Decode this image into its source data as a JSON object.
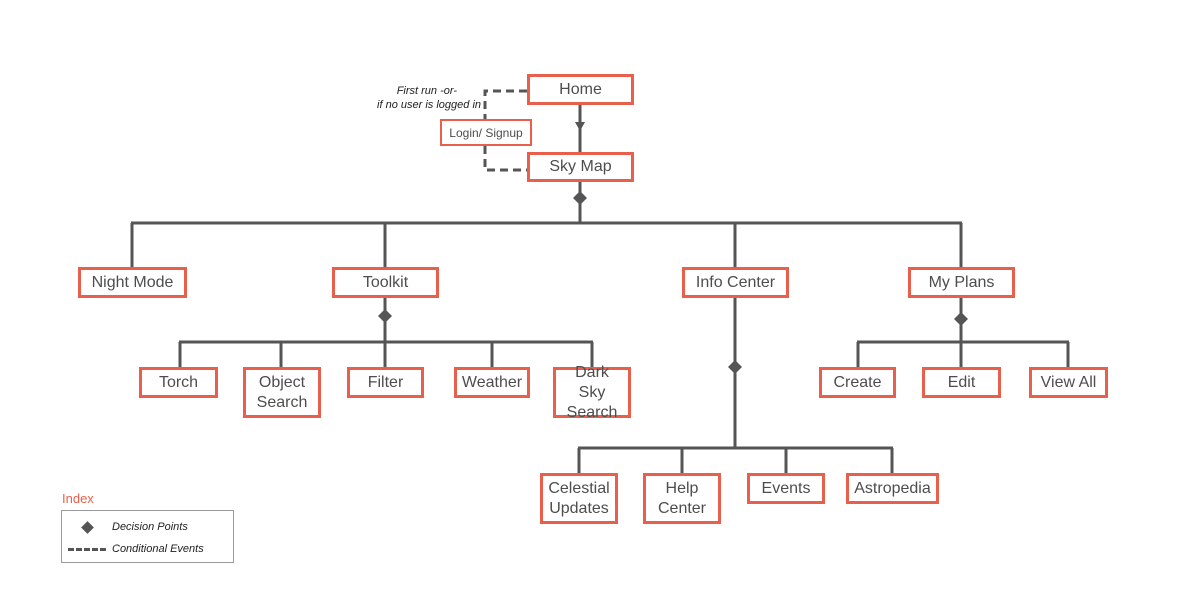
{
  "nodes": {
    "home": "Home",
    "login_signup": "Login/ Signup",
    "sky_map": "Sky Map",
    "night_mode": "Night Mode",
    "toolkit": "Toolkit",
    "info_center": "Info Center",
    "my_plans": "My Plans",
    "torch": "Torch",
    "object_search": [
      "Object",
      "Search"
    ],
    "filter": "Filter",
    "weather": "Weather",
    "dark_sky_search": [
      "Dark Sky",
      "Search"
    ],
    "create": "Create",
    "edit": "Edit",
    "view_all": "View All",
    "celestial_updates": [
      "Celestial",
      "Updates"
    ],
    "help_center": [
      "Help",
      "Center"
    ],
    "events": "Events",
    "astropedia": "Astropedia"
  },
  "conditional_note": [
    "First run -or-",
    "if no user is logged in"
  ],
  "index": {
    "title": "Index",
    "decision_points": "Decision Points",
    "conditional_events": "Conditional Events"
  },
  "colors": {
    "box_border": "#e8604c",
    "line": "#555555",
    "text": "#4d4d4d"
  }
}
